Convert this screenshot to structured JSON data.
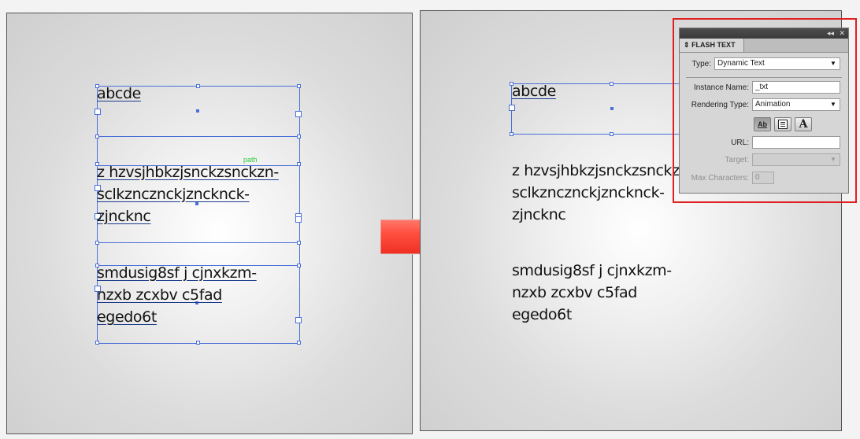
{
  "left_board": {
    "text_1": "abcde",
    "text_2": "z hzvsjhbkzjsnckzsnckzn-\nsclkzncznckjzncknck-\nzjncknc",
    "text_3": "smdusig8sf j cjnxkzm-\nnzxb zcxbv c5fad\negedo6t",
    "path_hint": "path"
  },
  "right_board": {
    "text_1": "abcde",
    "text_2": "z hzvsjhbkzjsnckzsnckzn-\nsclkzncznckjzncknck-\nzjncknc",
    "text_3": "smdusig8sf j cjnxkzm-\nnzxb zcxbv c5fad\negedo6t"
  },
  "panel": {
    "tab_label": "FLASH TEXT",
    "collapse_icon": "double-chevron-left-icon",
    "close_icon": "close-icon",
    "type_label": "Type:",
    "type_value": "Dynamic Text",
    "instance_label": "Instance Name:",
    "instance_value": "_txt",
    "rendering_label": "Rendering Type:",
    "rendering_value": "Animation",
    "url_label": "URL:",
    "url_value": "",
    "target_label": "Target:",
    "target_value": "",
    "maxchars_label": "Max Characters:",
    "maxchars_value": "0",
    "glyph_text": "A",
    "glyph_selectable": "Ab"
  },
  "colors": {
    "selection": "#4a6fd8",
    "highlight": "#e02020",
    "arrow_top": "#ffb0a8",
    "arrow_bottom": "#e0100a"
  }
}
